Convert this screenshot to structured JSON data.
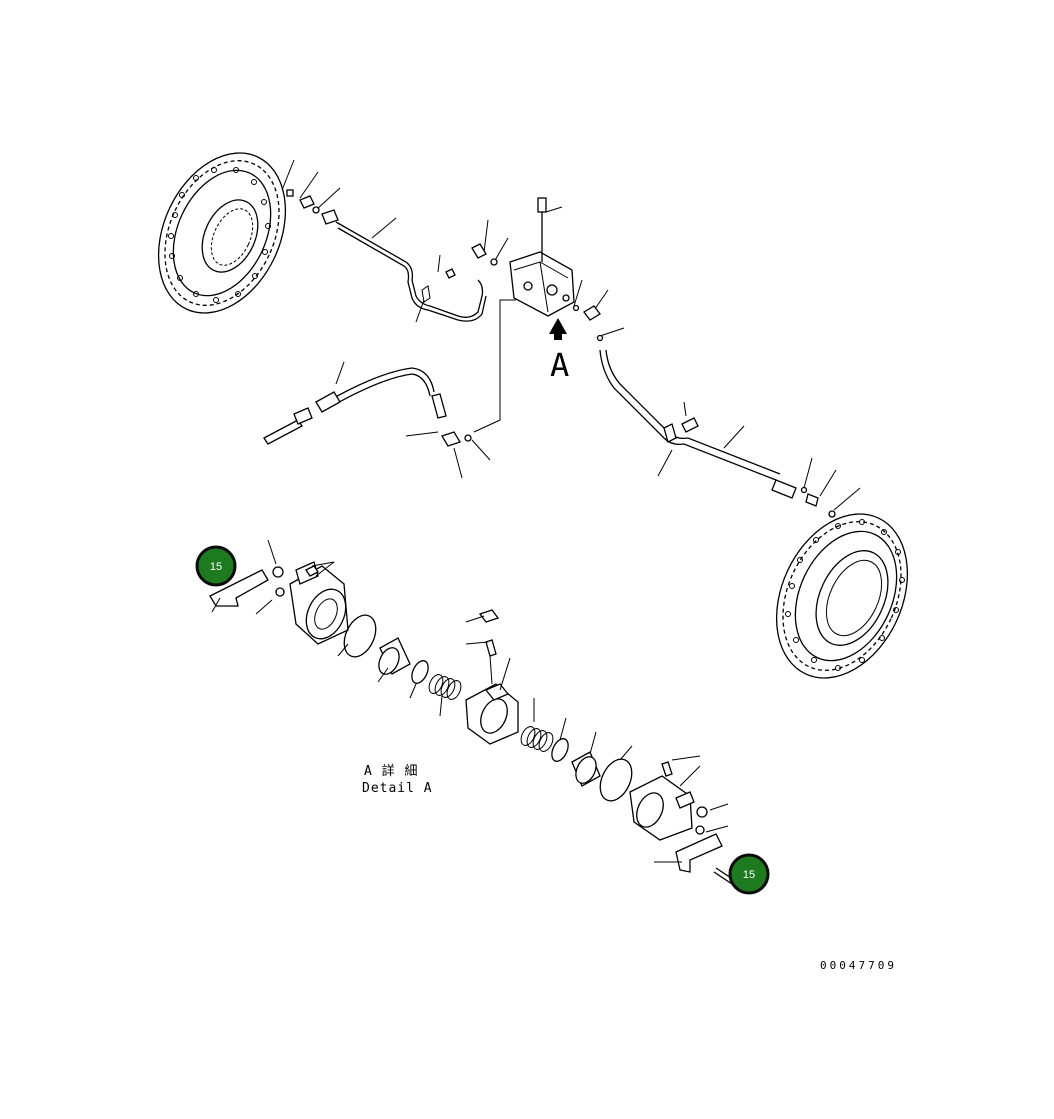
{
  "view_label": "A",
  "detail": {
    "label_jp": "A 詳 細",
    "label_en": "Detail A"
  },
  "drawing_number": "00047709",
  "callouts": [
    {
      "id": "callout-left",
      "number": "15"
    },
    {
      "id": "callout-right",
      "number": "15"
    }
  ],
  "colors": {
    "callout_fill": "#1e7a1e",
    "callout_border": "#0b0b0b",
    "line": "#000000"
  }
}
